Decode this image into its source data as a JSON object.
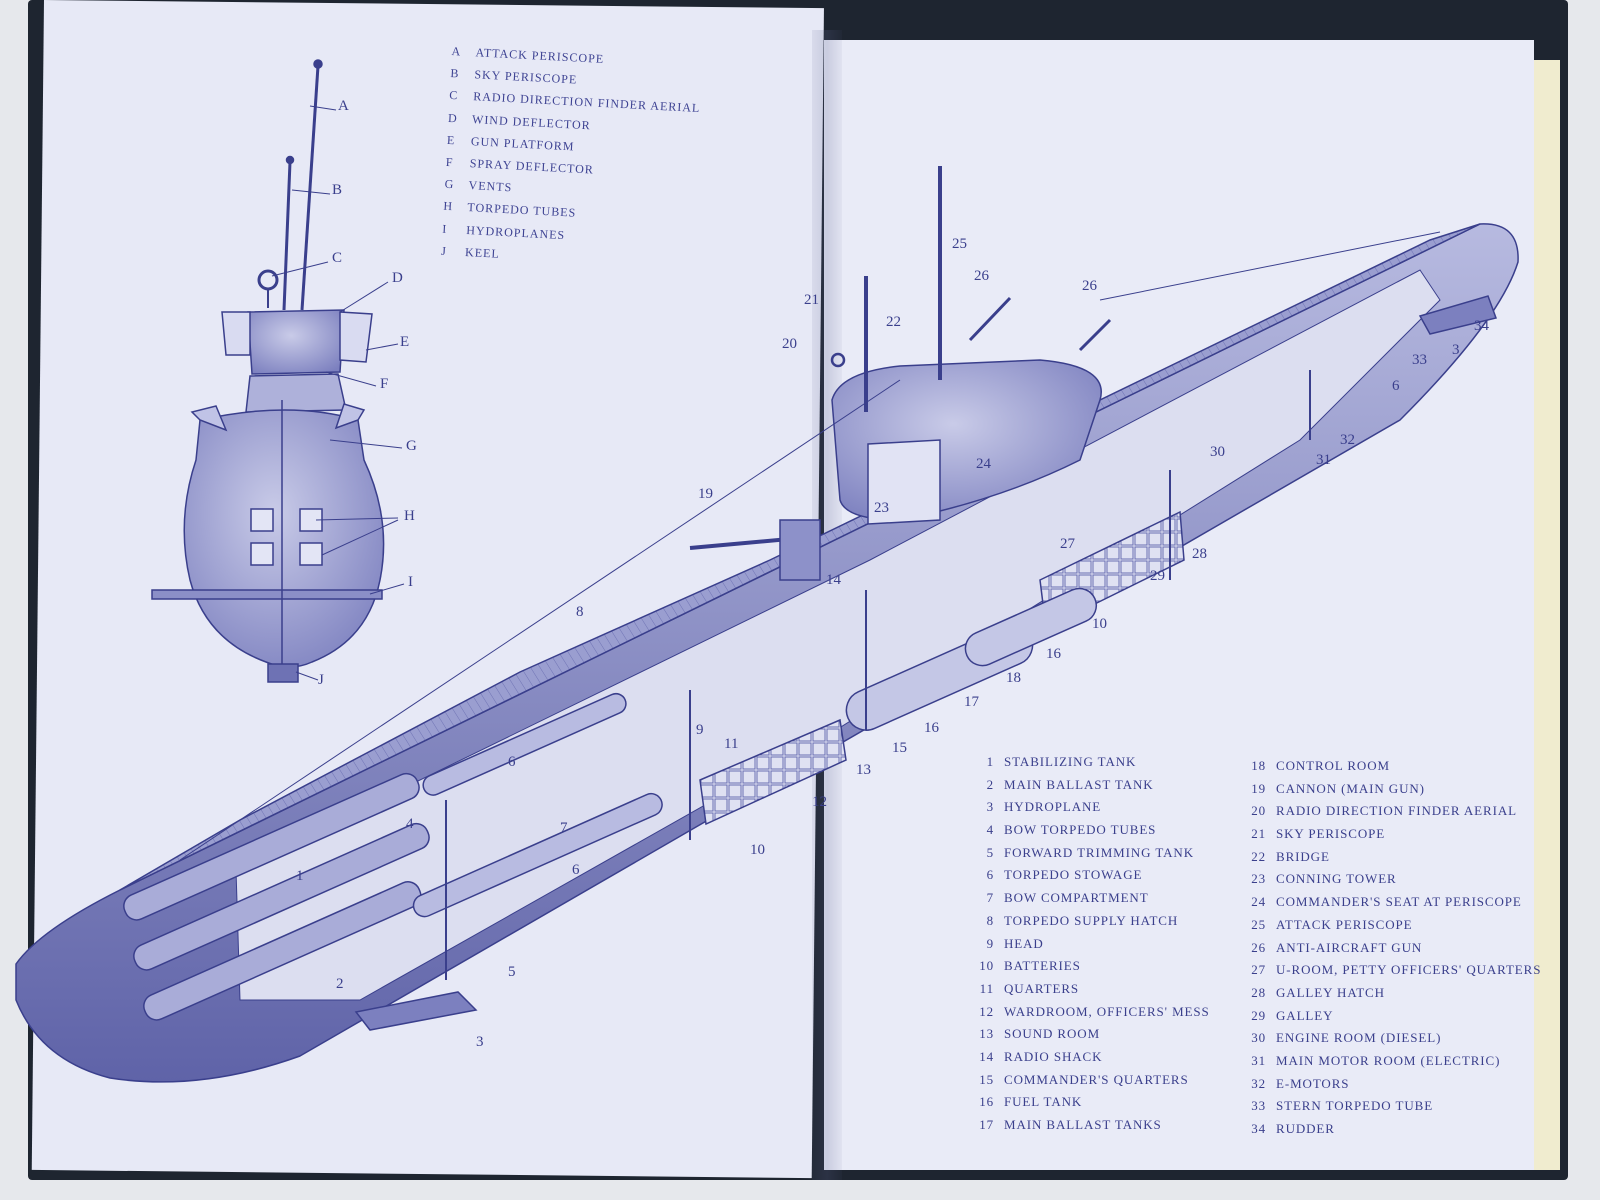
{
  "letter_key": [
    {
      "letter": "A",
      "label": "ATTACK PERISCOPE"
    },
    {
      "letter": "B",
      "label": "SKY PERISCOPE"
    },
    {
      "letter": "C",
      "label": "RADIO DIRECTION FINDER AERIAL"
    },
    {
      "letter": "D",
      "label": "WIND DEFLECTOR"
    },
    {
      "letter": "E",
      "label": "GUN PLATFORM"
    },
    {
      "letter": "F",
      "label": "SPRAY DEFLECTOR"
    },
    {
      "letter": "G",
      "label": "VENTS"
    },
    {
      "letter": "H",
      "label": "TORPEDO TUBES"
    },
    {
      "letter": "I",
      "label": "HYDROPLANES"
    },
    {
      "letter": "J",
      "label": "KEEL"
    }
  ],
  "legend_left": [
    {
      "n": "1",
      "label": "STABILIZING TANK"
    },
    {
      "n": "2",
      "label": "MAIN BALLAST TANK"
    },
    {
      "n": "3",
      "label": "HYDROPLANE"
    },
    {
      "n": "4",
      "label": "BOW TORPEDO TUBES"
    },
    {
      "n": "5",
      "label": "FORWARD TRIMMING TANK"
    },
    {
      "n": "6",
      "label": "TORPEDO STOWAGE"
    },
    {
      "n": "7",
      "label": "BOW COMPARTMENT"
    },
    {
      "n": "8",
      "label": "TORPEDO SUPPLY HATCH"
    },
    {
      "n": "9",
      "label": "HEAD"
    },
    {
      "n": "10",
      "label": "BATTERIES"
    },
    {
      "n": "11",
      "label": "QUARTERS"
    },
    {
      "n": "12",
      "label": "WARDROOM, OFFICERS' MESS"
    },
    {
      "n": "13",
      "label": "SOUND ROOM"
    },
    {
      "n": "14",
      "label": "RADIO SHACK"
    },
    {
      "n": "15",
      "label": "COMMANDER'S QUARTERS"
    },
    {
      "n": "16",
      "label": "FUEL TANK"
    },
    {
      "n": "17",
      "label": "MAIN BALLAST TANKS"
    }
  ],
  "legend_right": [
    {
      "n": "18",
      "label": "CONTROL ROOM"
    },
    {
      "n": "19",
      "label": "CANNON (MAIN GUN)"
    },
    {
      "n": "20",
      "label": "RADIO DIRECTION FINDER AERIAL"
    },
    {
      "n": "21",
      "label": "SKY PERISCOPE"
    },
    {
      "n": "22",
      "label": "BRIDGE"
    },
    {
      "n": "23",
      "label": "CONNING TOWER"
    },
    {
      "n": "24",
      "label": "COMMANDER'S SEAT AT PERISCOPE"
    },
    {
      "n": "25",
      "label": "ATTACK PERISCOPE"
    },
    {
      "n": "26",
      "label": "ANTI-AIRCRAFT GUN"
    },
    {
      "n": "27",
      "label": "U-ROOM, PETTY OFFICERS' QUARTERS"
    },
    {
      "n": "28",
      "label": "GALLEY HATCH"
    },
    {
      "n": "29",
      "label": "GALLEY"
    },
    {
      "n": "30",
      "label": "ENGINE ROOM (DIESEL)"
    },
    {
      "n": "31",
      "label": "MAIN MOTOR ROOM (ELECTRIC)"
    },
    {
      "n": "32",
      "label": "E-MOTORS"
    },
    {
      "n": "33",
      "label": "STERN TORPEDO TUBE"
    },
    {
      "n": "34",
      "label": "RUDDER"
    }
  ],
  "front_view_letters": [
    "A",
    "B",
    "C",
    "D",
    "E",
    "F",
    "G",
    "H",
    "I",
    "J"
  ],
  "cutaway_numbers": [
    "1",
    "2",
    "3",
    "4",
    "5",
    "6",
    "6",
    "7",
    "8",
    "9",
    "10",
    "10",
    "11",
    "12",
    "13",
    "14",
    "15",
    "16",
    "16",
    "17",
    "18",
    "19",
    "20",
    "21",
    "22",
    "23",
    "24",
    "25",
    "26",
    "26",
    "27",
    "28",
    "29",
    "30",
    "31",
    "32",
    "33",
    "3",
    "6",
    "34"
  ],
  "ink_color": "#3a3f8c",
  "page_color": "#e7e9f6"
}
